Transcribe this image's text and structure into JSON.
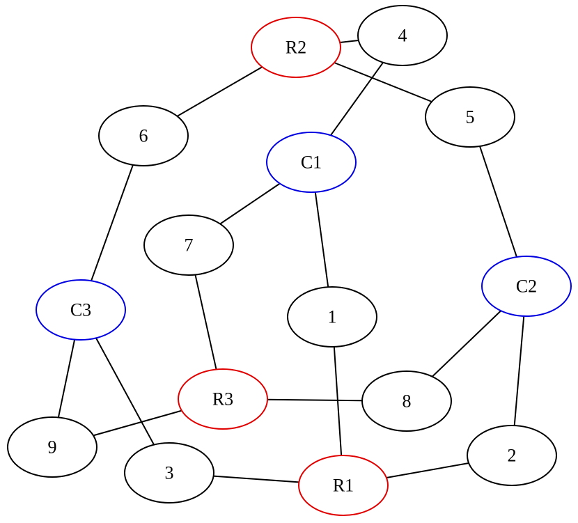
{
  "colors": {
    "default_stroke": "#000000",
    "r_stroke": "#e00000",
    "c_stroke": "#0000e0",
    "background": "#ffffff"
  },
  "nodes": [
    {
      "id": "R2",
      "label": "R2",
      "kind": "r"
    },
    {
      "id": "4",
      "label": "4",
      "kind": "plain"
    },
    {
      "id": "5",
      "label": "5",
      "kind": "plain"
    },
    {
      "id": "6",
      "label": "6",
      "kind": "plain"
    },
    {
      "id": "C1",
      "label": "C1",
      "kind": "c"
    },
    {
      "id": "7",
      "label": "7",
      "kind": "plain"
    },
    {
      "id": "C2",
      "label": "C2",
      "kind": "c"
    },
    {
      "id": "C3",
      "label": "C3",
      "kind": "c"
    },
    {
      "id": "1",
      "label": "1",
      "kind": "plain"
    },
    {
      "id": "R3",
      "label": "R3",
      "kind": "r"
    },
    {
      "id": "8",
      "label": "8",
      "kind": "plain"
    },
    {
      "id": "9",
      "label": "9",
      "kind": "plain"
    },
    {
      "id": "3",
      "label": "3",
      "kind": "plain"
    },
    {
      "id": "R1",
      "label": "R1",
      "kind": "r"
    },
    {
      "id": "2",
      "label": "2",
      "kind": "plain"
    }
  ],
  "edges": [
    [
      "R2",
      "4"
    ],
    [
      "R2",
      "5"
    ],
    [
      "R2",
      "6"
    ],
    [
      "4",
      "C1"
    ],
    [
      "C1",
      "7"
    ],
    [
      "C1",
      "1"
    ],
    [
      "5",
      "C2"
    ],
    [
      "6",
      "C3"
    ],
    [
      "7",
      "R3"
    ],
    [
      "1",
      "R1"
    ],
    [
      "C2",
      "8"
    ],
    [
      "C2",
      "2"
    ],
    [
      "C3",
      "9"
    ],
    [
      "C3",
      "3"
    ],
    [
      "R3",
      "8"
    ],
    [
      "R3",
      "9"
    ],
    [
      "3",
      "R1"
    ],
    [
      "R1",
      "2"
    ]
  ]
}
